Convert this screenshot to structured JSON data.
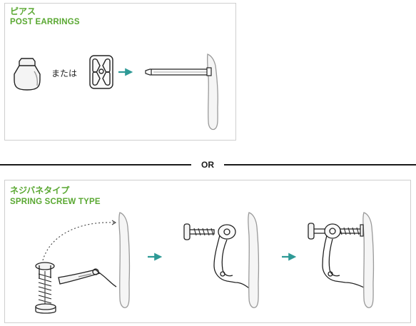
{
  "post_section": {
    "title_jp": "ピアス",
    "title_en": "POST EARRINGS",
    "or_text": "または"
  },
  "divider": {
    "label": "OR"
  },
  "spring_section": {
    "title_jp": "ネジバネタイプ",
    "title_en": "SPRING SCREW TYPE"
  },
  "colors": {
    "accent_green": "#5aa832",
    "arrow_teal": "#2e9a96",
    "line_dark": "#1a1a1a",
    "border_gray": "#cfcfcf"
  },
  "icons": [
    "earring-back-icon",
    "butterfly-clutch-icon",
    "arrow-right-icon",
    "earring-post-icon",
    "earlobe-icon",
    "screw-spring-clip-icon"
  ]
}
